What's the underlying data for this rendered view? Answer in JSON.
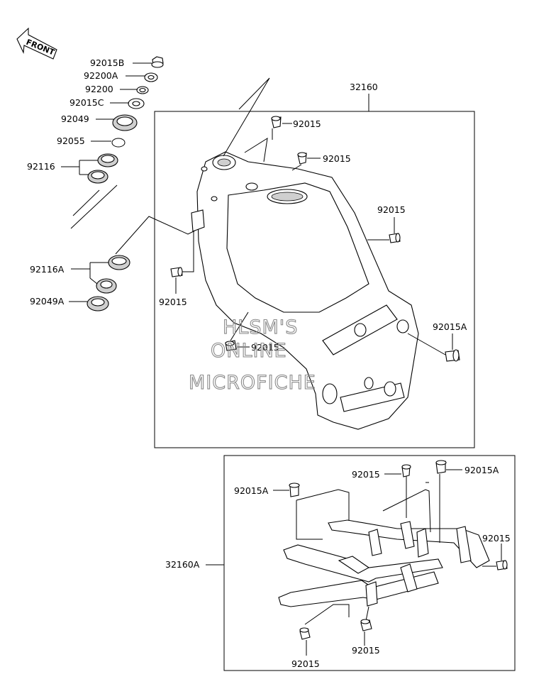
{
  "front_label": "FRONT",
  "watermark": [
    "HLSM'S",
    "ONLINE",
    "MICROFICHE"
  ],
  "labels": {
    "p92015B": "92015B",
    "p92200A": "92200A",
    "p92200": "92200",
    "p92015C": "92015C",
    "p92049": "92049",
    "p92055": "92055",
    "p92116": "92116",
    "p92116A": "92116A",
    "p92049A": "92049A",
    "p32160": "32160",
    "p32160A": "32160A",
    "p92015_a": "92015",
    "p92015_b": "92015",
    "p92015_c": "92015",
    "p92015_d": "92015",
    "p92015_e": "92015",
    "p92015A_main": "92015A",
    "p92015_f": "92015",
    "p92015A_sub1": "92015A",
    "p92015A_sub2": "92015A",
    "p92015_g": "92015",
    "p92015_h": "92015",
    "p92015_i": "92015"
  },
  "colors": {
    "line": "#000000",
    "shade": "#cfcfcf",
    "watermark": "#8a8a8a",
    "background": "#ffffff"
  },
  "icons": [
    "front-arrow-icon"
  ]
}
